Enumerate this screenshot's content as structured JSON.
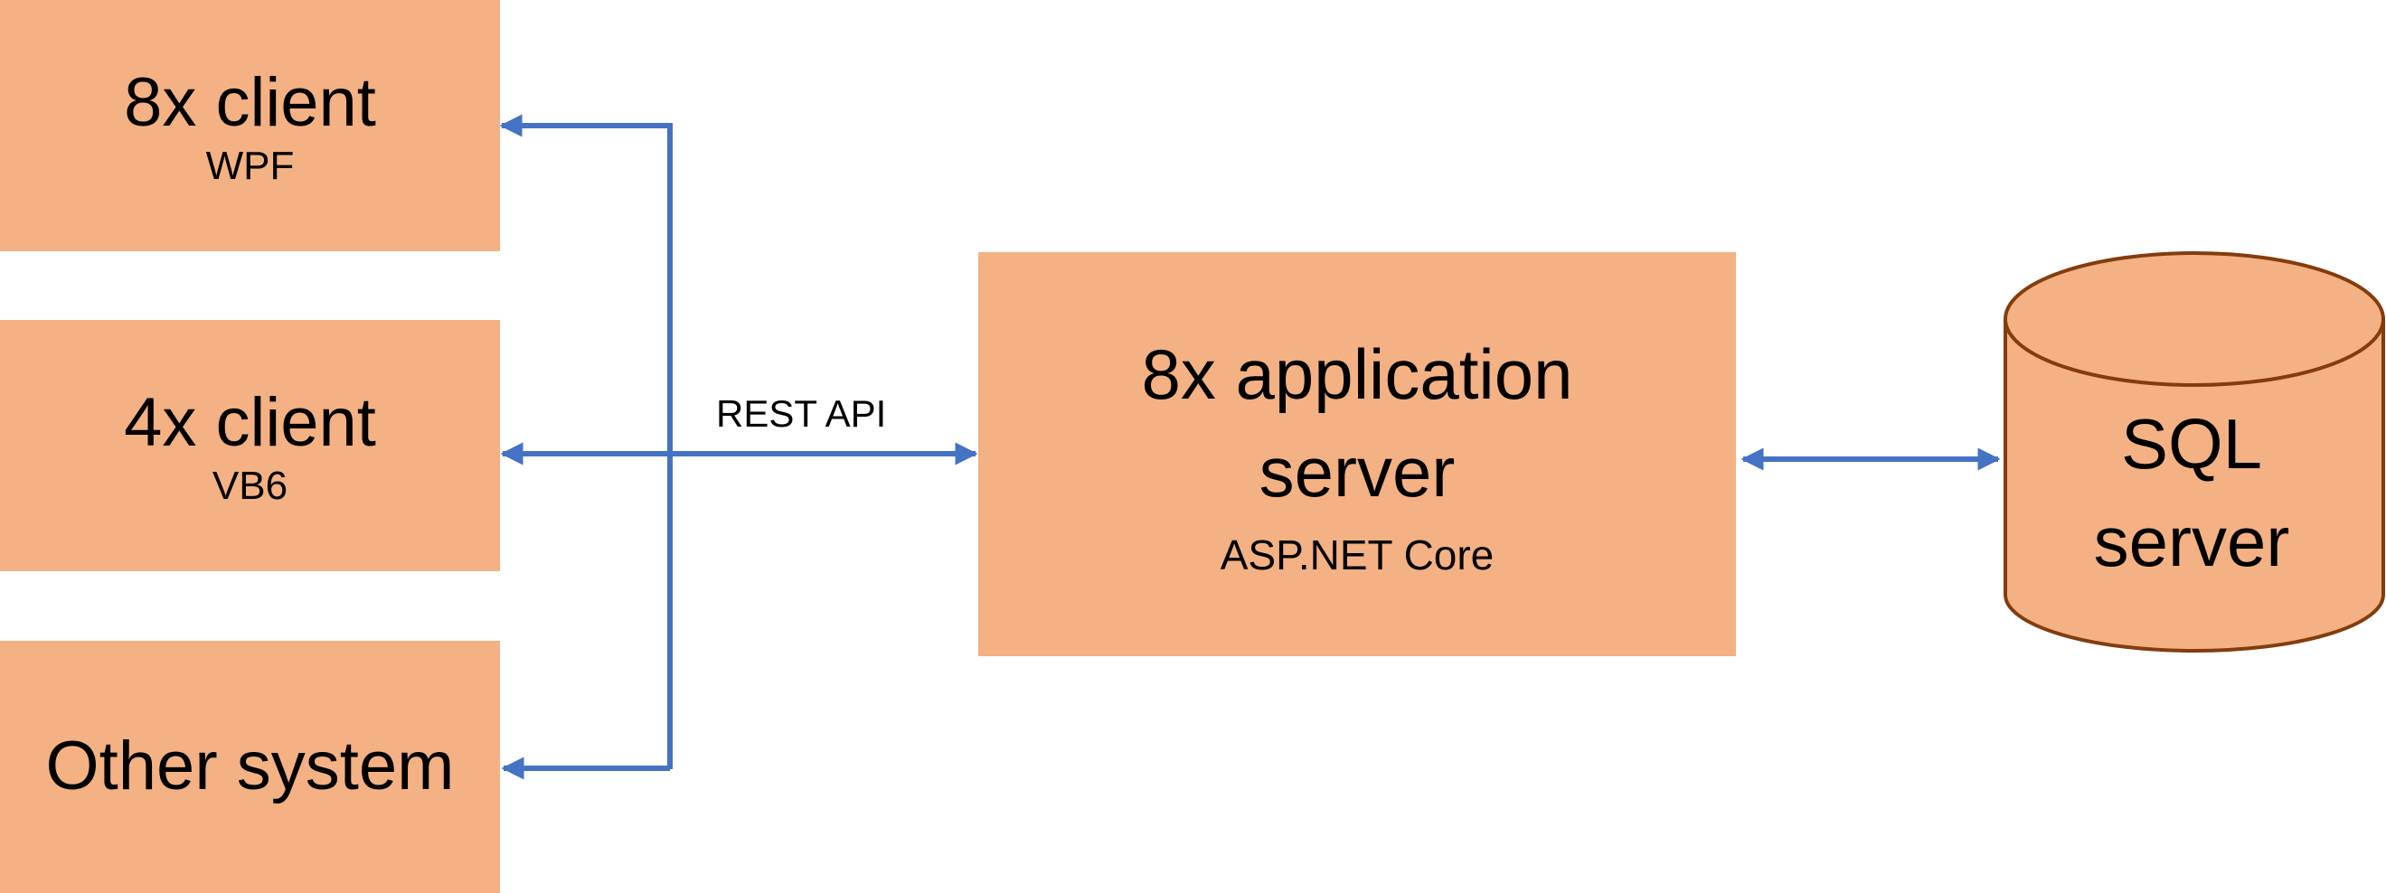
{
  "nodes": {
    "client_8x": {
      "title": "8x client",
      "subtitle": "WPF"
    },
    "client_4x": {
      "title": "4x client",
      "subtitle": "VB6"
    },
    "other_system": {
      "title": "Other system"
    },
    "app_server": {
      "title_line1": "8x application",
      "title_line2": "server",
      "subtitle": "ASP.NET Core"
    },
    "sql_server": {
      "line1": "SQL",
      "line2": "server"
    }
  },
  "edges": {
    "rest_api_label": "REST API"
  },
  "colors": {
    "box_fill": "#F4B183",
    "cylinder_stroke": "#843C0C",
    "connector": "#4472C4"
  }
}
